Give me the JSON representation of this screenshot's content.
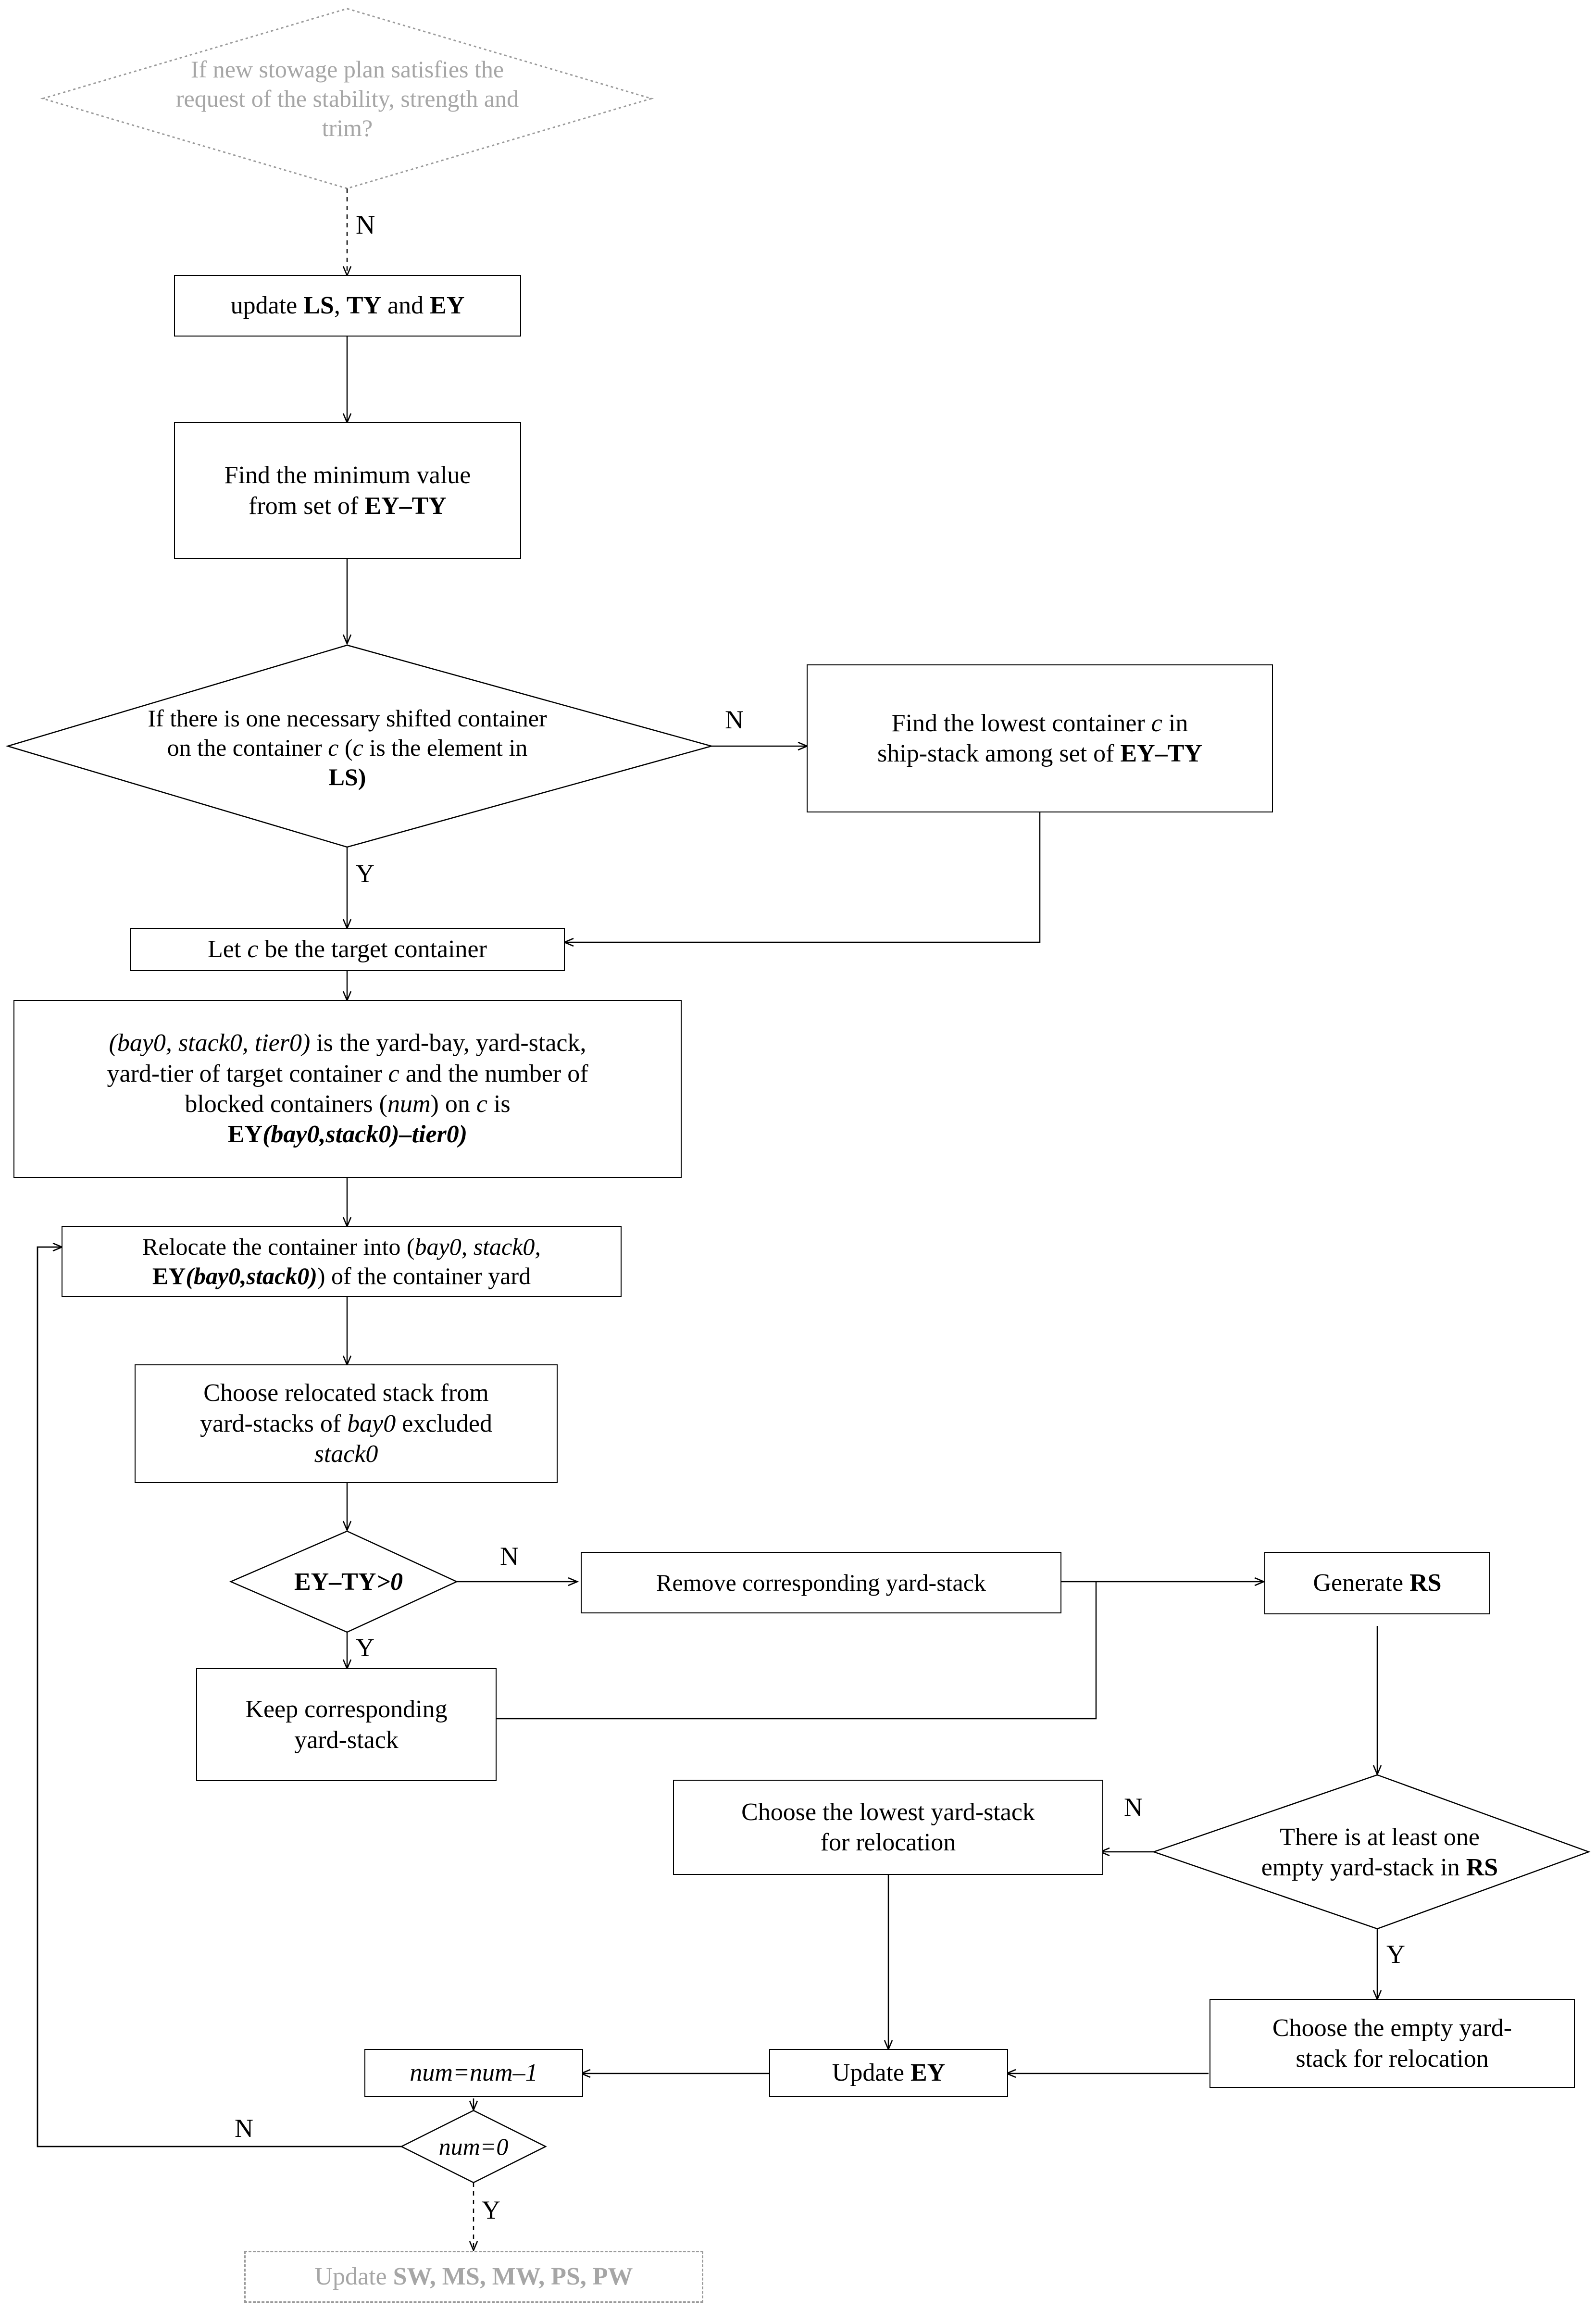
{
  "diagram": {
    "type": "flowchart",
    "title": "Container relocation / stowage plan procedure",
    "orientation": "top-to-bottom",
    "nodes": [
      {
        "id": "n1",
        "shape": "decision",
        "style": "ghost-dashed",
        "text": "If new stowage plan satisfies the request of the stability, strength and trim?"
      },
      {
        "id": "n2",
        "shape": "process",
        "style": "solid",
        "text": "update LS,  TY and EY"
      },
      {
        "id": "n3",
        "shape": "process",
        "style": "solid",
        "text": "Find the minimum value from set of EY–TY"
      },
      {
        "id": "n4",
        "shape": "decision",
        "style": "solid",
        "text": "If there is one necessary shifted container on the container c (c is the element in LS)"
      },
      {
        "id": "n5",
        "shape": "process",
        "style": "solid",
        "text": "Find the lowest container c in ship-stack among set of EY–TY"
      },
      {
        "id": "n6",
        "shape": "process",
        "style": "solid",
        "text": "Let c be the target container"
      },
      {
        "id": "n7",
        "shape": "process",
        "style": "solid",
        "text": "(bay0, stack0, tier0) is the yard-bay, yard-stack, yard-tier of target container c  and the number of blocked containers  (num) on c is EY(bay0,stack0)–tier0)"
      },
      {
        "id": "n8",
        "shape": "process",
        "style": "solid",
        "text": "Relocate the container into (bay0, stack0, EY(bay0,stack0)) of the container yard"
      },
      {
        "id": "n9",
        "shape": "process",
        "style": "solid",
        "text": "Choose relocated stack from yard-stacks of bay0 excluded stack0"
      },
      {
        "id": "n10",
        "shape": "decision",
        "style": "solid",
        "text": "EY–TY>0"
      },
      {
        "id": "n11",
        "shape": "process",
        "style": "solid",
        "text": "Remove corresponding yard-stack"
      },
      {
        "id": "n12",
        "shape": "process",
        "style": "solid",
        "text": "Generate RS"
      },
      {
        "id": "n13",
        "shape": "process",
        "style": "solid",
        "text": "Keep corresponding yard-stack"
      },
      {
        "id": "n14",
        "shape": "decision",
        "style": "solid",
        "text": "There is at least one empty yard-stack in RS"
      },
      {
        "id": "n15",
        "shape": "process",
        "style": "solid",
        "text": "Choose the lowest yard-stack for relocation"
      },
      {
        "id": "n16",
        "shape": "process",
        "style": "solid",
        "text": "Choose the empty yard-stack for relocation"
      },
      {
        "id": "n17",
        "shape": "process",
        "style": "solid",
        "text": "Update EY"
      },
      {
        "id": "n18",
        "shape": "process",
        "style": "solid",
        "text": "num=num–1"
      },
      {
        "id": "n19",
        "shape": "decision",
        "style": "solid",
        "text": "num=0"
      },
      {
        "id": "n20",
        "shape": "process",
        "style": "ghost-dashed",
        "text": "Update SW, MS, MW, PS, PW"
      }
    ],
    "edge_labels": {
      "n1_to_n2": "N",
      "n4_to_n5": "N",
      "n4_to_n6": "Y",
      "n10_to_n11": "N",
      "n10_to_n13": "Y",
      "n14_to_n15": "N",
      "n14_to_n16": "Y",
      "n19_to_n8": "N",
      "n19_to_n20": "Y"
    },
    "edges": [
      {
        "from": "n1",
        "to": "n2",
        "label": "N"
      },
      {
        "from": "n2",
        "to": "n3",
        "label": ""
      },
      {
        "from": "n3",
        "to": "n4",
        "label": ""
      },
      {
        "from": "n4",
        "to": "n5",
        "label": "N"
      },
      {
        "from": "n4",
        "to": "n6",
        "label": "Y"
      },
      {
        "from": "n5",
        "to": "n6",
        "label": ""
      },
      {
        "from": "n6",
        "to": "n7",
        "label": ""
      },
      {
        "from": "n7",
        "to": "n8",
        "label": ""
      },
      {
        "from": "n8",
        "to": "n9",
        "label": ""
      },
      {
        "from": "n9",
        "to": "n10",
        "label": ""
      },
      {
        "from": "n10",
        "to": "n11",
        "label": "N"
      },
      {
        "from": "n10",
        "to": "n13",
        "label": "Y"
      },
      {
        "from": "n11",
        "to": "n12",
        "label": ""
      },
      {
        "from": "n13",
        "to": "n12",
        "label": ""
      },
      {
        "from": "n12",
        "to": "n14",
        "label": ""
      },
      {
        "from": "n14",
        "to": "n15",
        "label": "N"
      },
      {
        "from": "n14",
        "to": "n16",
        "label": "Y"
      },
      {
        "from": "n15",
        "to": "n17",
        "label": ""
      },
      {
        "from": "n16",
        "to": "n17",
        "label": ""
      },
      {
        "from": "n17",
        "to": "n18",
        "label": ""
      },
      {
        "from": "n18",
        "to": "n19",
        "label": ""
      },
      {
        "from": "n19",
        "to": "n8",
        "label": "N"
      },
      {
        "from": "n19",
        "to": "n20",
        "label": "Y"
      }
    ]
  },
  "nodes": {
    "n1": {
      "line1": "If new stowage plan satisfies the",
      "line2": "request of the stability, strength and",
      "line3": "trim?"
    },
    "n2": {
      "pre": "update ",
      "b1": "LS",
      "mid": ",  ",
      "b2": "TY",
      "mid2": " and ",
      "b3": "EY"
    },
    "n3": {
      "line1": "Find the minimum value",
      "line2pre": "from set of ",
      "line2b": "EY–TY"
    },
    "n4": {
      "line1": "If there is one necessary shifted container",
      "line2a": "on the container ",
      "line2i": "c",
      "line2b": " (",
      "line2i2": "c",
      "line2c": " is the element in",
      "line3": "LS)"
    },
    "n5": {
      "line1a": "Find the lowest container ",
      "line1i": "c",
      "line1b": " in",
      "line2a": "ship-stack among set of ",
      "line2b": "EY–TY"
    },
    "n6": {
      "a": "Let ",
      "i": "c",
      "b": " be the target container"
    },
    "n7": {
      "l1i": "(bay0, stack0, tier0)",
      "l1a": " is the yard-bay, yard-stack,",
      "l2a": "yard-tier of target container ",
      "l2i": "c",
      "l2b": "  and the number of",
      "l3a": "blocked containers  (",
      "l3i": "num",
      "l3b": ") on ",
      "l3i2": "c",
      "l3c": " is",
      "l4b": "EY",
      "l4i": "(bay0,stack0)–tier0)"
    },
    "n8": {
      "l1a": "Relocate the container into (",
      "l1i": "bay0, stack0,",
      "l2b": "EY",
      "l2i": "(bay0,stack0)",
      "l2c": ") of the container yard"
    },
    "n9": {
      "l1": "Choose relocated stack from",
      "l2a": "yard-stacks of ",
      "l2i": "bay0",
      "l2b": " excluded",
      "l3i": "stack0"
    },
    "n10": {
      "b": "EY–TY",
      "i": ">0"
    },
    "n11": {
      "text": "Remove corresponding yard-stack"
    },
    "n12": {
      "a": "Generate ",
      "b": "RS"
    },
    "n13": {
      "l1": "Keep corresponding",
      "l2": "yard-stack"
    },
    "n14": {
      "l1": "There is at least one",
      "l2a": "empty yard-stack in ",
      "l2b": "RS"
    },
    "n15": {
      "l1": "Choose the lowest yard-stack",
      "l2": "for relocation"
    },
    "n16": {
      "l1": "Choose the empty yard-",
      "l2": "stack for relocation"
    },
    "n17": {
      "a": "Update ",
      "b": "EY"
    },
    "n18": {
      "i": "num=num–1"
    },
    "n19": {
      "i": "num=0"
    },
    "n20": {
      "a": "Update ",
      "b": "SW, MS, MW, PS, PW"
    }
  },
  "labels": {
    "n1_N": "N",
    "n4_N": "N",
    "n4_Y": "Y",
    "n10_N": "N",
    "n10_Y": "Y",
    "n14_N": "N",
    "n14_Y": "Y",
    "n19_N": "N",
    "n19_Y": "Y"
  },
  "colors": {
    "stroke": "#000000",
    "ghost": "#a6a6a6",
    "ghost_border": "#9a9a9a",
    "background": "#ffffff"
  }
}
